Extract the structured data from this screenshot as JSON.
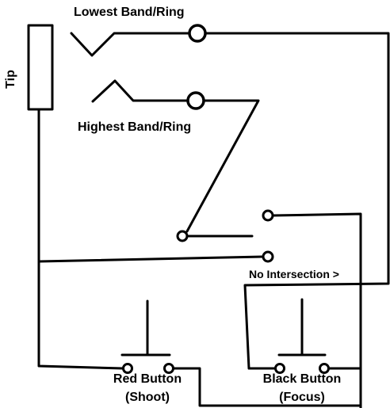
{
  "labels": {
    "tip": "Tip",
    "lowest_band_ring": "Lowest Band/Ring",
    "highest_band_ring": "Highest Band/Ring",
    "no_intersection": "No Intersection >",
    "red_button": "Red Button",
    "red_button_sub": "(Shoot)",
    "black_button": "Black Button",
    "black_button_sub": "(Focus)"
  },
  "colors": {
    "line": "#000000",
    "background": "#ffffff"
  }
}
